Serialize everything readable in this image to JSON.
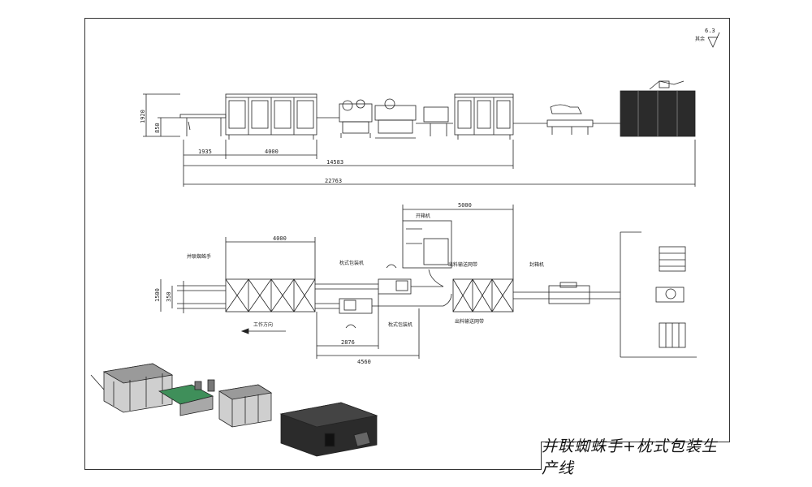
{
  "drawing": {
    "title": "并联蜘蛛手+枕式包装生产线",
    "roughness_label": "其余",
    "roughness_value": "6.3"
  },
  "elevation": {
    "dim_height_total": "1920",
    "dim_height_table": "850",
    "dim_1935": "1935",
    "dim_4000": "4000",
    "dim_14583": "14583",
    "dim_22763": "22763"
  },
  "plan": {
    "dim_5000": "5000",
    "dim_4000": "4000",
    "dim_1500": "1500",
    "dim_350": "350",
    "dim_2876": "2876",
    "dim_4560": "4560",
    "label_spider": "并联蜘蛛手",
    "label_pillow_top": "枕式包装机",
    "label_pillow_bottom": "枕式包装机",
    "label_case_erector": "开箱机",
    "label_conveyor_top": "出料输送网带",
    "label_conveyor_bottom": "出料输送网带",
    "label_sealer": "封箱机",
    "label_direction": "工作方向"
  },
  "colors": {
    "line": "#222222",
    "frame": "#333333",
    "dark_fill": "#2b2b2b",
    "green_accent": "#3f8f5a"
  }
}
